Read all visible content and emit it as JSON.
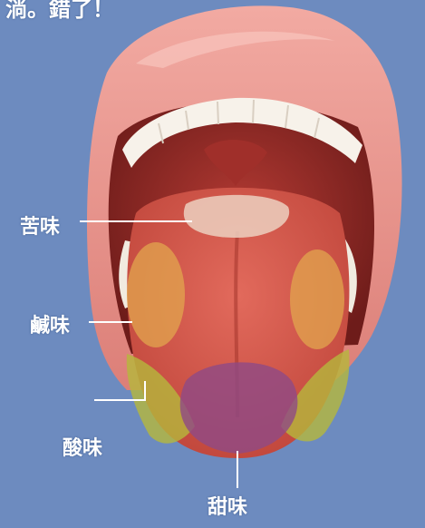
{
  "caption_top": "淌。錯了！",
  "labels": {
    "bitter": "苦味",
    "salty": "鹹味",
    "sour": "酸味",
    "sweet": "甜味"
  },
  "colors": {
    "background": "#6d8bbf",
    "lips": "#e8938d",
    "mouth_interior": "#8e2a26",
    "tongue": "#d4574a",
    "teeth": "#f7f2ea",
    "bitter_zone": "#e8c8b8",
    "salty_zone": "#e2a64e",
    "sour_zone": "#b5b83c",
    "sweet_zone": "#8e4a86",
    "leader_line": "#ffffff"
  }
}
